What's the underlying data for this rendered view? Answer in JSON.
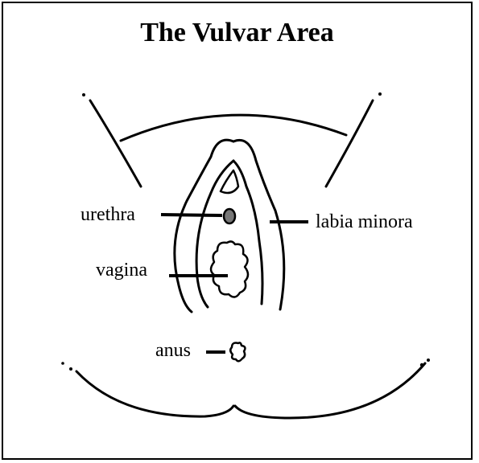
{
  "title": "The Vulvar Area",
  "labels": {
    "urethra": "urethra",
    "labia_minora": "labia minora",
    "vagina": "vagina",
    "anus": "anus"
  },
  "colors": {
    "ink": "#000000",
    "urethra_fill": "#777777"
  }
}
